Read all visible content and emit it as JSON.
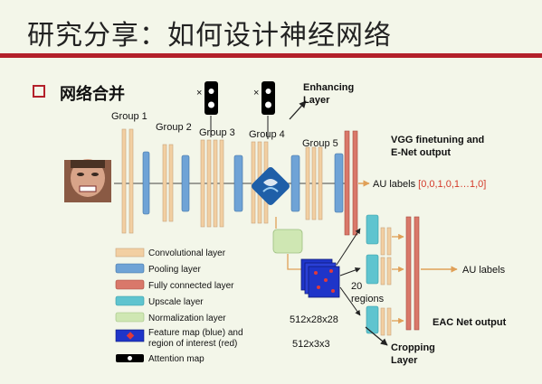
{
  "slide": {
    "title": "研究分享：如何设计神经网络",
    "section_heading": "网络合并"
  },
  "diagram": {
    "group_labels": [
      "Group 1",
      "Group 2",
      "Group 3",
      "Group 4",
      "Group 5"
    ],
    "enhancing_layer_label": "Enhancing Layer",
    "vgg_label": "VGG finetuning and E-Net output",
    "au_labels_prefix": "AU labels",
    "au_labels_vector": "[0,0,1,0,1…1,0]",
    "au_labels_right": "AU labels",
    "regions_label": "20 regions",
    "feature_map_size": "512x28x28",
    "conv_size": "512x3x3",
    "eac_label": "EAC Net output",
    "cropping_layer_label": "Cropping Layer",
    "multiply_symbol": "×",
    "legend": [
      {
        "label": "Convolutional layer",
        "color": "#f2cfa2"
      },
      {
        "label": "Pooling layer",
        "color": "#6fa3d6"
      },
      {
        "label": "Fully connected layer",
        "color": "#d9786a"
      },
      {
        "label": "Upscale layer",
        "color": "#5fc4cf"
      },
      {
        "label": "Normalization layer",
        "color": "#cfe7b3"
      },
      {
        "label": "Feature map (blue) and region of interest (red)",
        "color": "#1f35c9"
      },
      {
        "label": "Attention map",
        "color": "#000000"
      }
    ]
  }
}
